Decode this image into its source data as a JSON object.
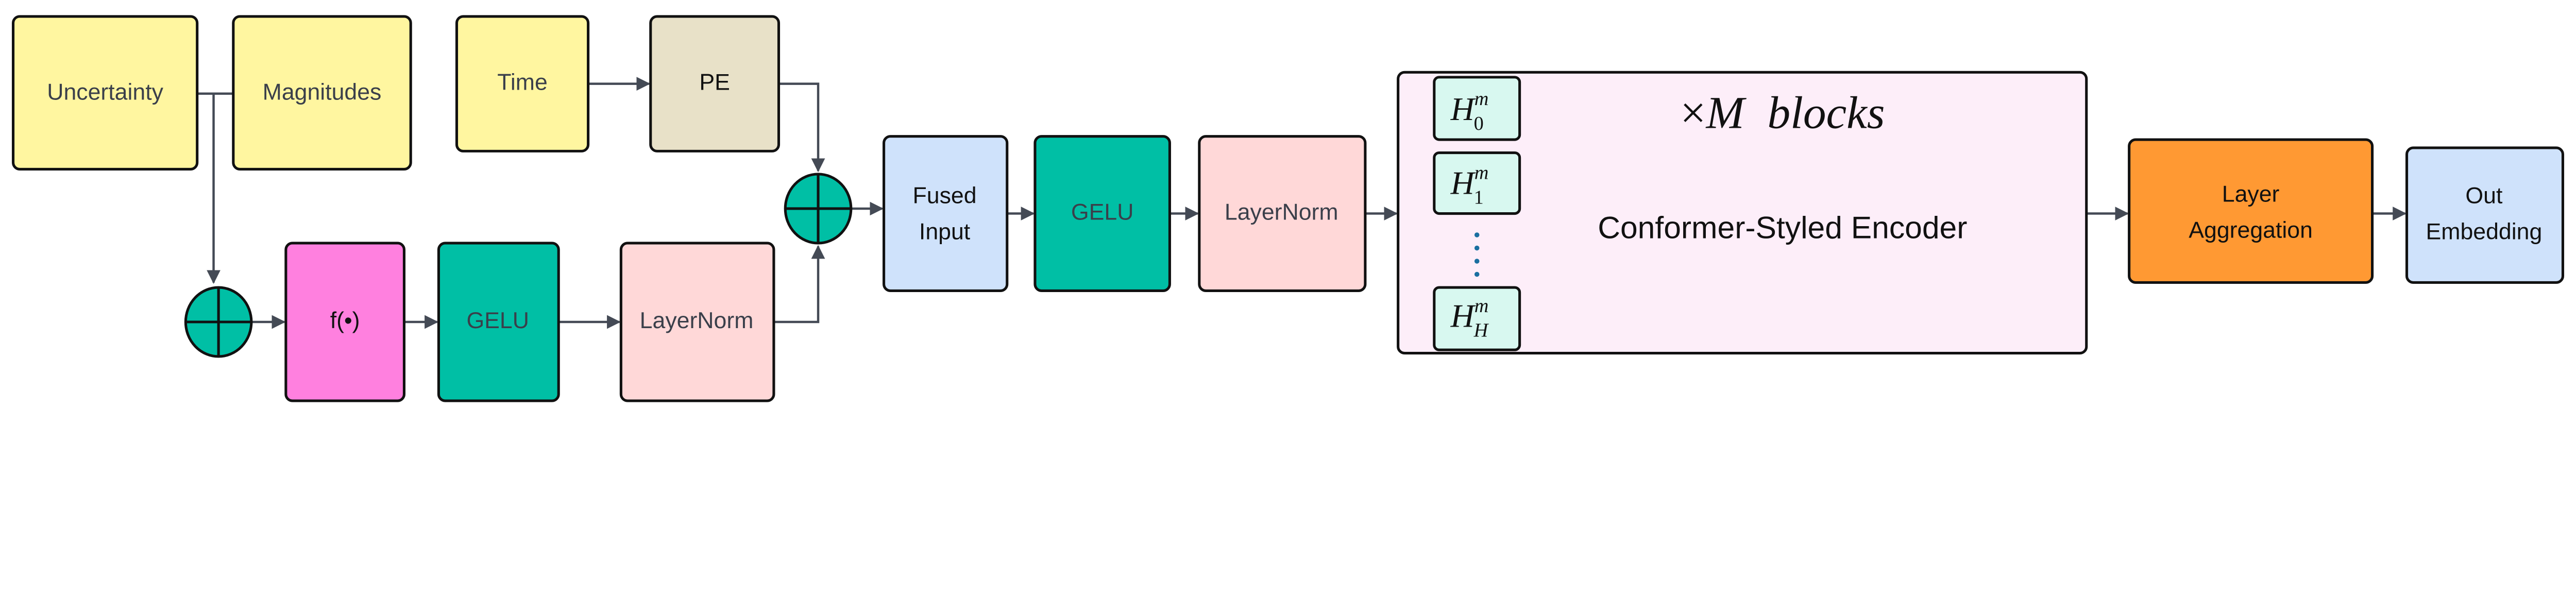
{
  "inputs": {
    "uncertainty": "Uncertainty",
    "magnitudes": "Magnitudes",
    "time": "Time"
  },
  "pe": "PE",
  "lower_branch": {
    "func": "f(•)",
    "gelu": "GELU",
    "layernorm": "LayerNorm"
  },
  "main_path": {
    "fused_line1": "Fused",
    "fused_line2": "Input",
    "gelu": "GELU",
    "layernorm": "LayerNorm"
  },
  "encoder": {
    "repeat_times": "×",
    "repeat_var": "M",
    "repeat_word": "blocks",
    "title": "Conformer-Styled Encoder",
    "heads": [
      {
        "base": "H",
        "sup": "m",
        "sub": "0"
      },
      {
        "base": "H",
        "sup": "m",
        "sub": "1"
      },
      {
        "base": "H",
        "sup": "m",
        "sub": "H"
      }
    ]
  },
  "aggregation": {
    "line1": "Layer",
    "line2": "Aggregation"
  },
  "output": {
    "line1": "Out",
    "line2": "Embedding"
  },
  "colors": {
    "input": "#fff6a0",
    "pe": "#e8e1c8",
    "teal": "#00bfa5",
    "func": "#ff80df",
    "layernorm": "#ffd8d8",
    "fused": "#cfe2fb",
    "encoder_bg": "#fdeef9",
    "head": "#d8f8f0",
    "aggregation": "#ff9933",
    "output": "#cfe2fb"
  },
  "icons": {
    "add": "circle-plus-icon",
    "ellipsis": "vertical-dots-icon"
  }
}
